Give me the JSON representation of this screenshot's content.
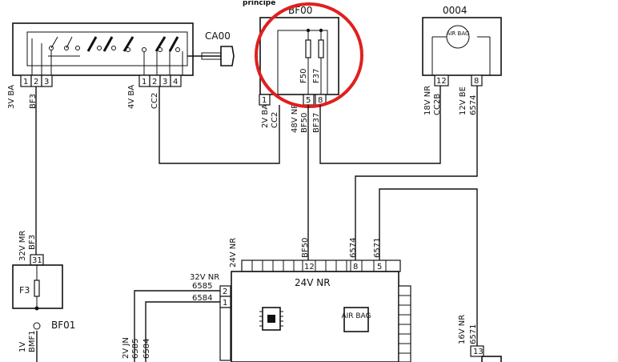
{
  "header": {
    "fragment": "principe"
  },
  "components": {
    "commutator": {
      "pins_left": [
        "1",
        "2",
        "3"
      ],
      "pins_right": [
        "1",
        "2",
        "3",
        "4"
      ],
      "conn_left": "3V BA",
      "wire_left": "BF3",
      "conn_right": "4V BA",
      "wire_right": "CC2"
    },
    "key": {
      "id": "CA00"
    },
    "fusebox": {
      "id": "BF00",
      "fuse1": "F50",
      "fuse2": "F37",
      "pins": [
        "1",
        "5",
        "8"
      ],
      "conn_a": "2V BA",
      "wire_a": "CC2",
      "conn_b": "48V NR",
      "wire_b": "BF50",
      "wire_c": "BF37"
    },
    "airbag_top": {
      "id": "0004",
      "symbol": "AIR BAG",
      "pins": [
        "12",
        "8"
      ],
      "conn_a": "18V NR",
      "wire_a": "CC2B",
      "conn_b": "12V BE",
      "wire_b": "6574"
    },
    "fuse_f3": {
      "id": "BF01",
      "fuse": "F3",
      "pin": "31",
      "conn_top": "32V MR",
      "wire_top": "BF3",
      "conn_bottom": "1V",
      "wire_bottom": "BMF1"
    },
    "ecu": {
      "connector": "24V NR",
      "header": "24V NR",
      "pins_top": [
        "12",
        "8",
        "5"
      ],
      "wires_top": [
        "BF50",
        "6574",
        "6571"
      ],
      "pins_left": [
        "2",
        "1"
      ],
      "conn_left": "32V NR",
      "wires_left": [
        "6585",
        "6584"
      ],
      "symbol": "AIR BAG"
    },
    "lower_left": {
      "conn": "2V JN",
      "wires": [
        "6585",
        "6584"
      ]
    },
    "lower_right": {
      "conn": "16V NR",
      "wire": "6571",
      "pin": "13"
    }
  },
  "colors": {
    "line": "#111111",
    "highlight": "#e0201e"
  }
}
